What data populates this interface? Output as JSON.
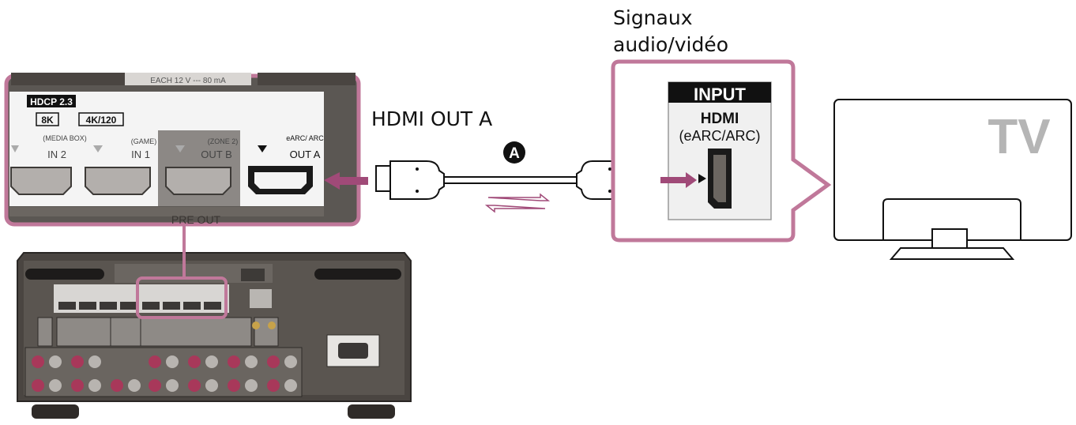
{
  "signal_label": {
    "line1": "Signaux",
    "line2": "audio/vidéo"
  },
  "cable_label": "HDMI OUT A",
  "cable_marker": "A",
  "tv_label": "TV",
  "tv_input": {
    "title": "INPUT",
    "port_name": "HDMI",
    "port_sub": "(eARC/ARC)"
  },
  "receiver_panel": {
    "top_label": "EACH 12 V --- 80 mA",
    "badge_hdcp": "HDCP 2.3",
    "badge_8k": "8K",
    "badge_4k": "4K/120",
    "bottom_label": "PRE OUT",
    "ports": [
      {
        "sub": "(MEDIA BOX)",
        "name": "IN 2"
      },
      {
        "sub": "(GAME)",
        "name": "IN 1"
      },
      {
        "sub": "(ZONE 2)",
        "name": "OUT B"
      },
      {
        "sub": "eARC/ ARC",
        "name": "OUT A"
      }
    ]
  },
  "colors": {
    "highlight": "#c0789a",
    "arrow": "#a04a78",
    "receiver_body": "#4a4541",
    "panel_gray": "#5b5753",
    "tv_text": "#b5b5b5"
  }
}
